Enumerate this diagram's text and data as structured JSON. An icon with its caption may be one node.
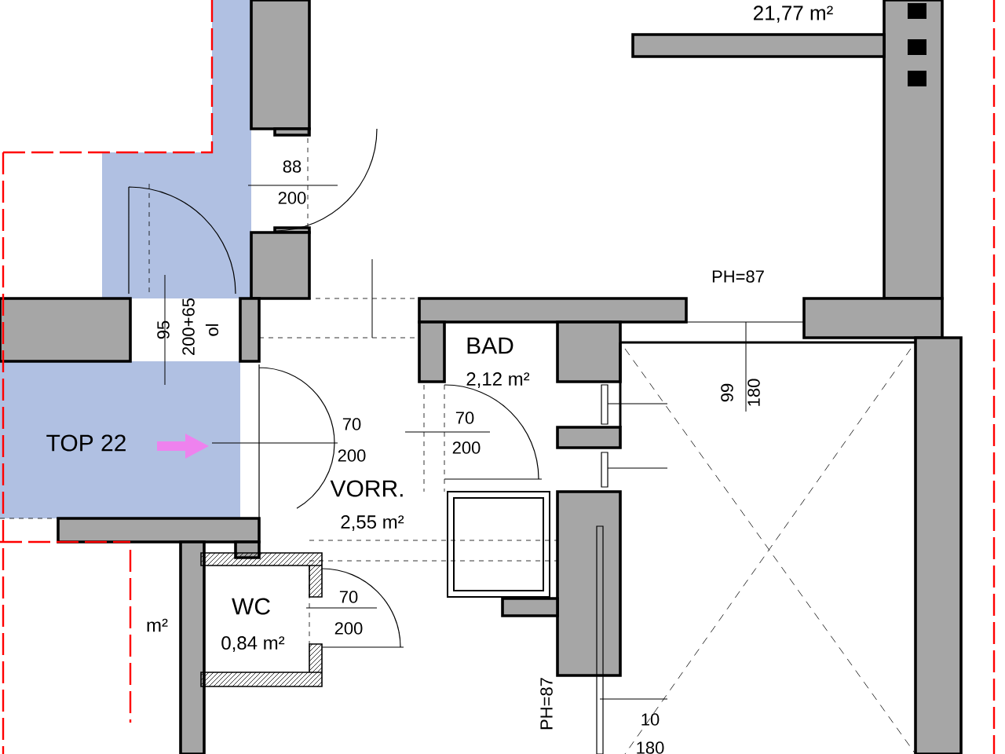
{
  "diagram": {
    "labels": [
      "21,77 m²",
      "88",
      "200",
      "PH=87",
      "95",
      "200+65",
      "ol",
      "BAD",
      "2,12 m²",
      "99",
      "180",
      "TOP 22",
      "70",
      "200",
      "70",
      "200",
      "VORR.",
      "2,55 m²",
      "WC",
      "0,84 m²",
      "m²",
      "70",
      "200",
      "PH=87",
      "10",
      "180"
    ]
  }
}
